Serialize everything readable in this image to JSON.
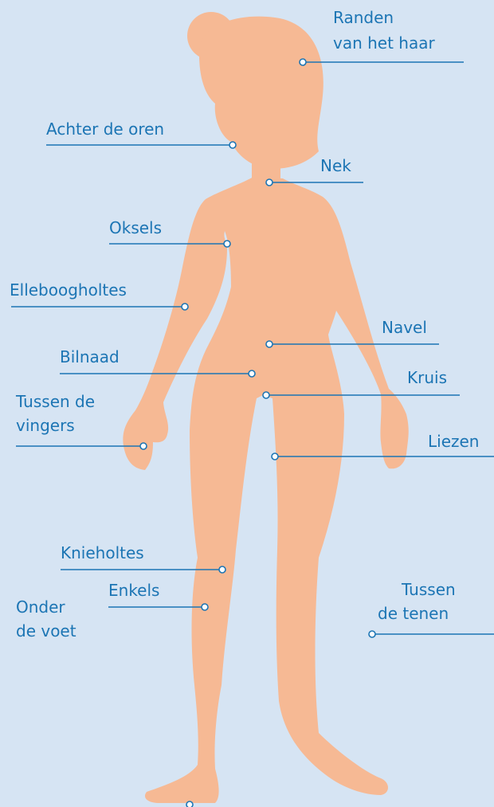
{
  "colors": {
    "background": "#d6e4f3",
    "body": "#f6b994",
    "accent": "#1c75b4"
  },
  "labels": {
    "haarrand_1": "Randen",
    "haarrand_2": "van het haar",
    "oren": "Achter de oren",
    "nek": "Nek",
    "oksels": "Oksels",
    "elleboog": "Elleboogholtes",
    "navel": "Navel",
    "bilnaad": "Bilnaad",
    "kruis": "Kruis",
    "vingers_1": "Tussen de",
    "vingers_2": "vingers",
    "liezen": "Liezen",
    "knie": "Knieholtes",
    "enkels": "Enkels",
    "voet_1": "Onder",
    "voet_2": "de voet",
    "tenen_1": "Tussen",
    "tenen_2": "de tenen"
  }
}
